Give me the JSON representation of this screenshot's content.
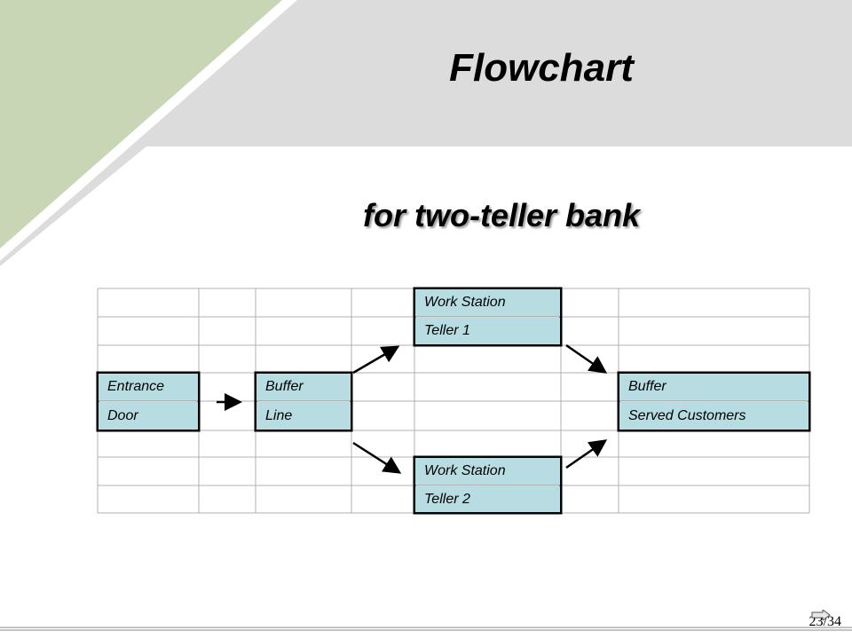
{
  "slide": {
    "title": "Flowchart",
    "subtitle": "for two-teller bank",
    "page_number": "23/34"
  },
  "colors": {
    "accent_green": "#c8d6b6",
    "header_gray": "#dcdcdc",
    "box_fill": "#b7dde3",
    "grid_line": "#b0b0b0"
  },
  "flowchart": {
    "entrance": {
      "line1": "Entrance",
      "line2": "Door"
    },
    "buffer_line": {
      "line1": "Buffer",
      "line2": "Line"
    },
    "teller1": {
      "line1": "Work Station",
      "line2": "Teller 1"
    },
    "teller2": {
      "line1": "Work Station",
      "line2": "Teller 2"
    },
    "buffer_served": {
      "line1": "Buffer",
      "line2": "Served Customers"
    }
  },
  "icons": {
    "next": "next-arrow-icon"
  }
}
